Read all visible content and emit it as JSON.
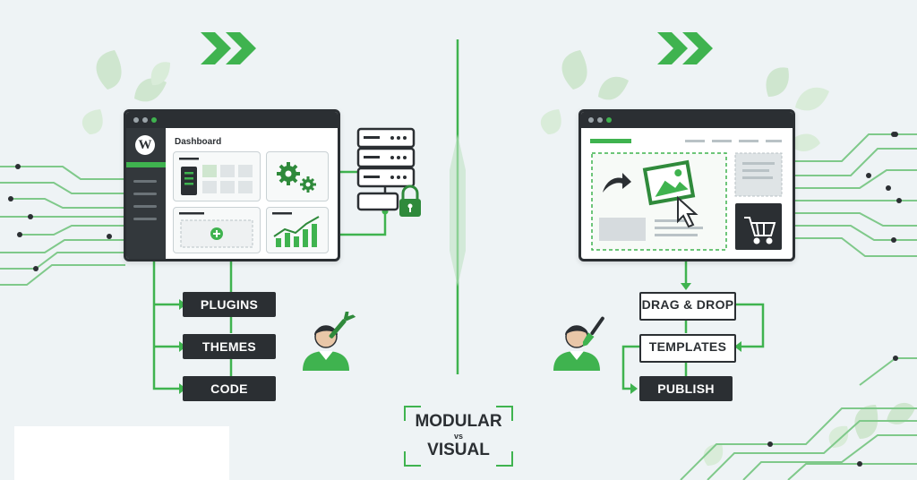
{
  "dashboard": {
    "title": "Dashboard",
    "logo": "W"
  },
  "left_steps": [
    "PLUGINS",
    "THEMES",
    "CODE"
  ],
  "right_steps": [
    "DRAG & DROP",
    "TEMPLATES",
    "PUBLISH"
  ],
  "center": {
    "top": "MODULAR",
    "middle": "vs",
    "bottom": "VISUAL"
  },
  "colors": {
    "accent": "#3fb34f",
    "dark": "#2b2f33",
    "background": "#eef3f5"
  },
  "icons": [
    "wordpress-icon",
    "gear-icon",
    "plus-icon",
    "bar-chart-icon",
    "server-icon",
    "lock-icon",
    "user-icon",
    "wrench-icon",
    "image-icon",
    "cursor-icon",
    "cart-icon",
    "paintbrush-icon",
    "chevron-right-icon",
    "leaf-icon"
  ]
}
